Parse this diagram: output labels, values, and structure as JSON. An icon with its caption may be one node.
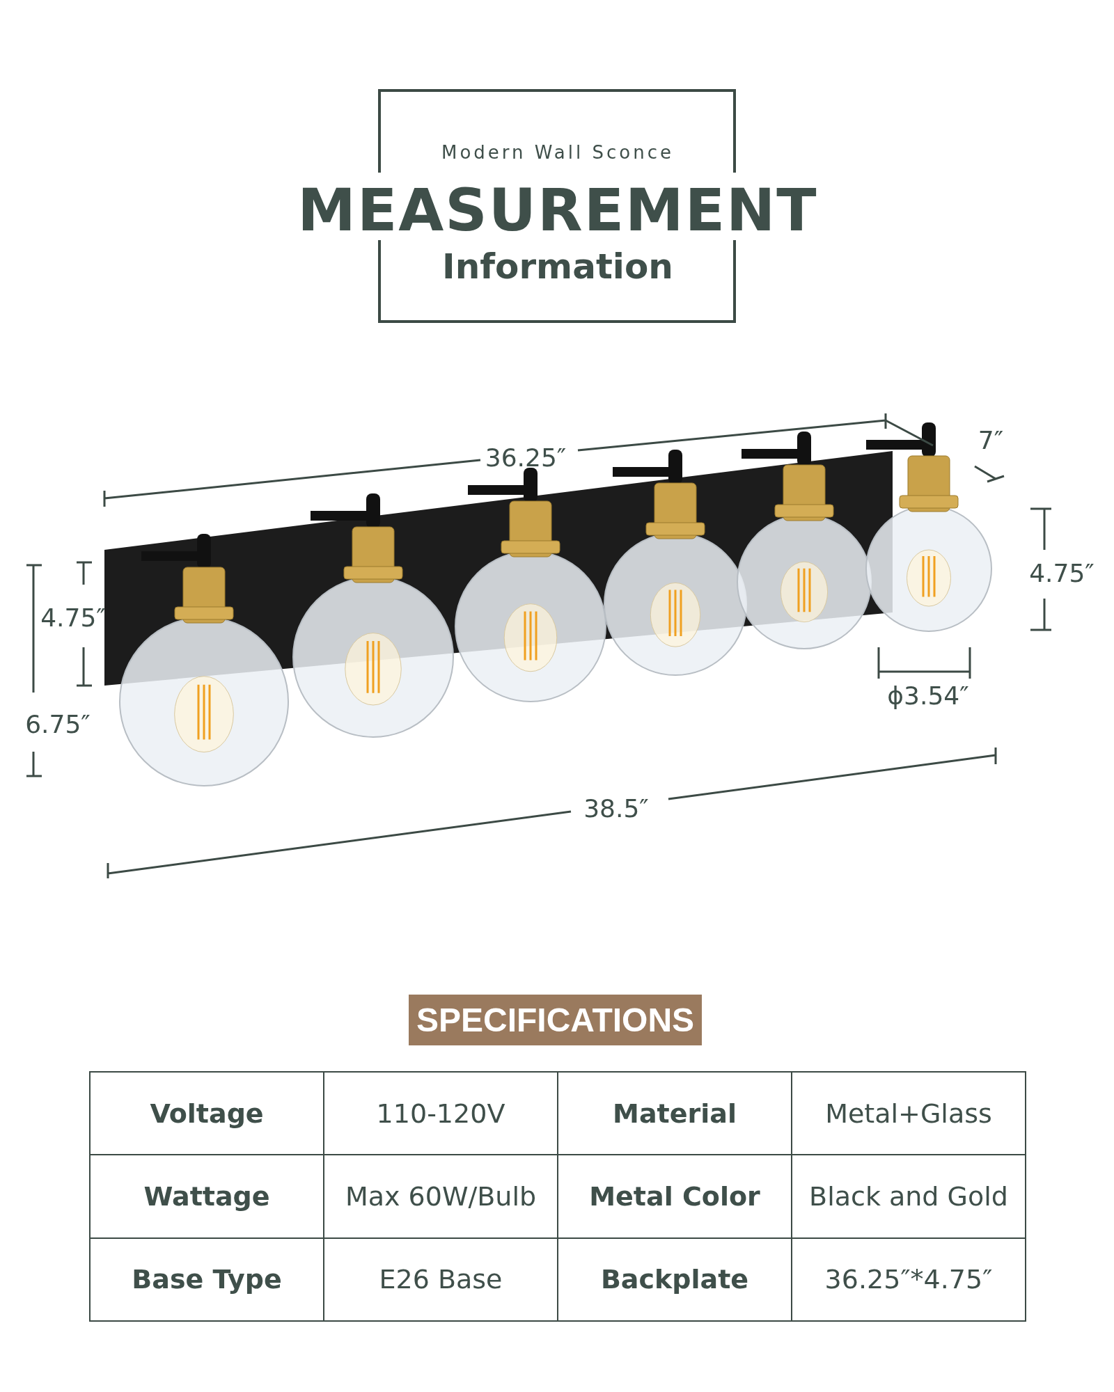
{
  "diagram": {
    "labels": [
      "Modern Wall Sconce",
      "MEASUREMENT",
      "Information",
      "36.25″",
      "7″",
      "4.75″",
      "4.75″",
      "6.75″",
      "ϕ3.54″",
      "38.5″",
      "SPECIFICATIONS",
      "Voltage",
      "110-120V",
      "Material",
      "Metal+Glass",
      "Wattage",
      "Max 60W/Bulb",
      "Metal Color",
      "Black and Gold",
      "Base Type",
      "E26 Base",
      "Backplate",
      "36.25″*4.75″"
    ]
  }
}
